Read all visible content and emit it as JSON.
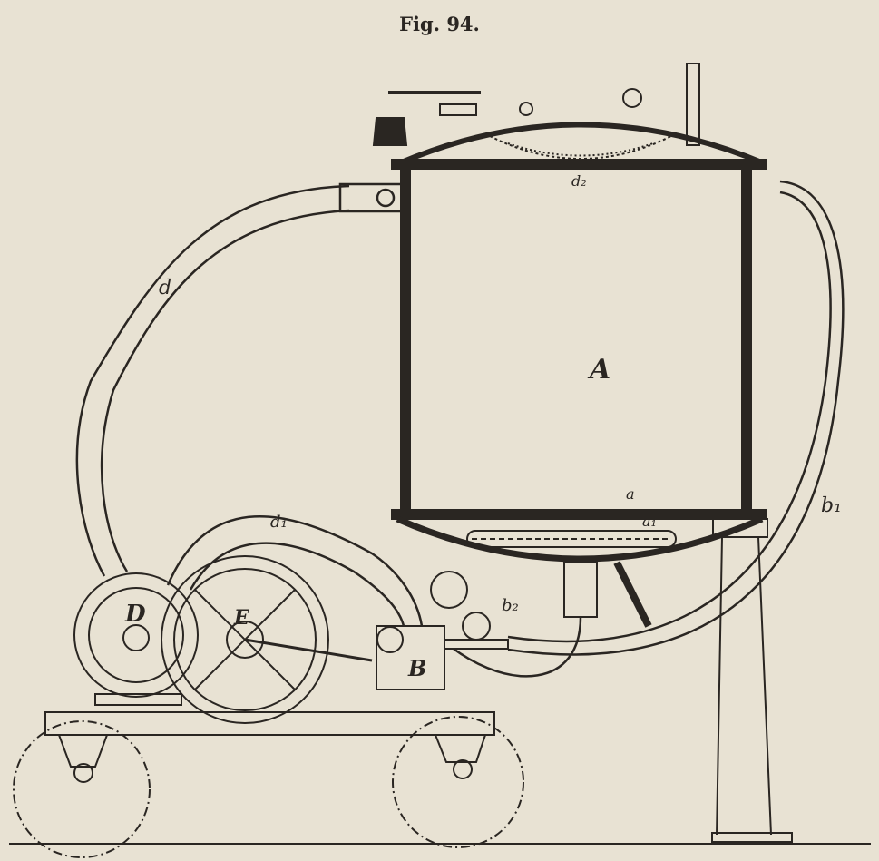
{
  "caption": "Fig. 94.",
  "labels": {
    "tank": "A",
    "hose_suction": "d",
    "hose_pump": "d₁",
    "sprinkler": "d₂",
    "sieve_bottom": "a",
    "coil": "a₁",
    "return_hose": "b₁",
    "valve": "b₂",
    "pump_d": "D",
    "flywheel": "E",
    "pump_b": "B"
  },
  "colors": {
    "paper": "#e8e2d3",
    "ink": "#2a2622"
  }
}
